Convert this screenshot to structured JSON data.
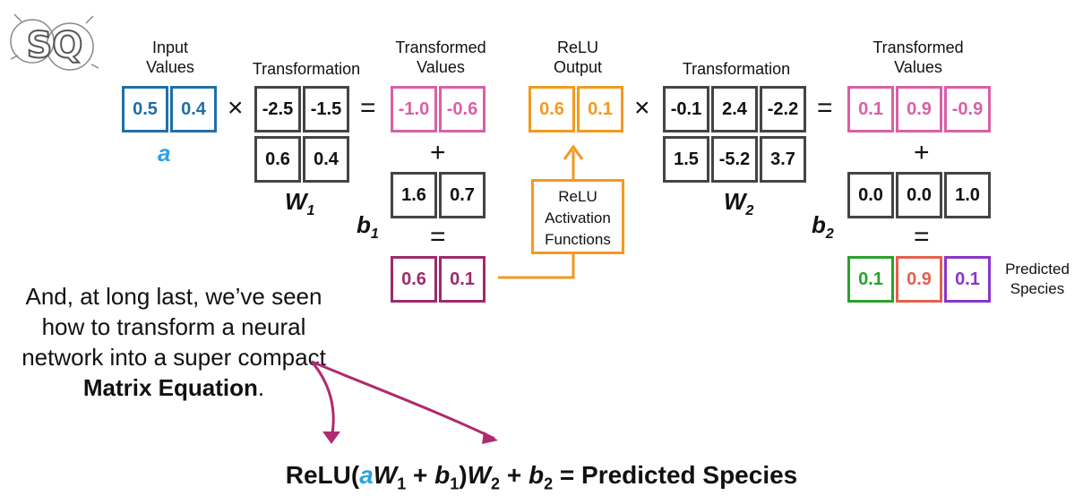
{
  "colors": {
    "blue": "#1f6fa8",
    "blue_light": "#2aa3e0",
    "pink": "#d960a6",
    "maroon": "#9e2a6c",
    "orange": "#f29a1f",
    "dark": "#3a3a3a",
    "green": "#2aa12a",
    "salmon": "#e4604d",
    "purple": "#8a35c9",
    "arrow": "#b02a6e"
  },
  "logo": {
    "text": "SQ",
    "icon": "statquest-logo-icon"
  },
  "labels": {
    "input_values": [
      "Input",
      "Values"
    ],
    "transformation_1": "Transformation",
    "transformed_values_1": [
      "Transformed",
      "Values"
    ],
    "relu_output": [
      "ReLU",
      "Output"
    ],
    "transformation_2": "Transformation",
    "transformed_values_2": [
      "Transformed",
      "Values"
    ],
    "relu_box": [
      "ReLU",
      "Activation",
      "Functions"
    ],
    "predicted_species": [
      "Predicted",
      "Species"
    ]
  },
  "matrices": {
    "a": [
      "0.5",
      "0.4"
    ],
    "W1": [
      [
        "-2.5",
        "-1.5"
      ],
      [
        "0.6",
        "0.4"
      ]
    ],
    "t1": [
      "-1.0",
      "-0.6"
    ],
    "b1": [
      "1.6",
      "0.7"
    ],
    "sum1": [
      "0.6",
      "0.1"
    ],
    "relu": [
      "0.6",
      "0.1"
    ],
    "W2": [
      [
        "-0.1",
        "2.4",
        "-2.2"
      ],
      [
        "1.5",
        "-5.2",
        "3.7"
      ]
    ],
    "t2": [
      "0.1",
      "0.9",
      "-0.9"
    ],
    "b2": [
      "0.0",
      "0.0",
      "1.0"
    ],
    "pred": [
      "0.1",
      "0.9",
      "0.1"
    ]
  },
  "names": {
    "a": "a",
    "W": "W",
    "b": "b",
    "sub1": "1",
    "sub2": "2"
  },
  "operators": {
    "times": "×",
    "equals": "=",
    "plus": "+"
  },
  "narrative": {
    "plain": "And, at long last, we’ve seen how to transform a neural network into a super compact ",
    "bold1": "Matrix",
    "bold2": "Equation",
    "end": "."
  },
  "equation": {
    "relu": "ReLU(",
    "a": "a",
    "W": "W",
    "sub1": "1",
    "plus_b": " + ",
    "b": "b",
    "close": ")",
    "W2": "W",
    "sub2": "2",
    "plus_b2": " + ",
    "b2": "b",
    "sub_b2": "2",
    "tail": " = Predicted Species"
  }
}
